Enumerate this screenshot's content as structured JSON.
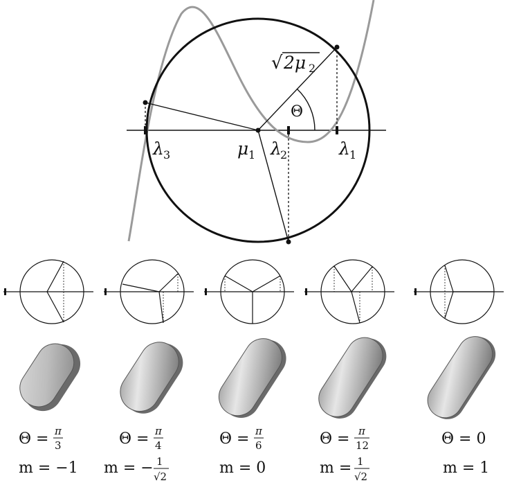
{
  "main_diagram": {
    "labels": {
      "sqrt": "√",
      "sqrt_arg": "2μ",
      "sqrt_sub": "2",
      "theta": "Θ",
      "lambda3": "λ",
      "lambda3_sub": "3",
      "mu1": "μ",
      "mu1_sub": "1",
      "lambda2": "λ",
      "lambda2_sub": "2",
      "lambda1": "λ",
      "lambda1_sub": "1"
    }
  },
  "panels": [
    {
      "theta_lhs": "Θ =",
      "theta_num": "π",
      "theta_den": "3",
      "theta_value": "",
      "m_lhs": "m = −1",
      "m_num": "",
      "m_den": ""
    },
    {
      "theta_lhs": "Θ =",
      "theta_num": "π",
      "theta_den": "4",
      "theta_value": "",
      "m_lhs": "m = −",
      "m_num": "1",
      "m_den": "√2"
    },
    {
      "theta_lhs": "Θ =",
      "theta_num": "π",
      "theta_den": "6",
      "theta_value": "",
      "m_lhs": "m = 0",
      "m_num": "",
      "m_den": ""
    },
    {
      "theta_lhs": "Θ =",
      "theta_num": "π",
      "theta_den": "12",
      "theta_value": "",
      "m_lhs": "m =",
      "m_num": "1",
      "m_den": "√2"
    },
    {
      "theta_lhs": "Θ = 0",
      "theta_num": "",
      "theta_den": "",
      "theta_value": "",
      "m_lhs": "m = 1",
      "m_num": "",
      "m_den": ""
    }
  ]
}
